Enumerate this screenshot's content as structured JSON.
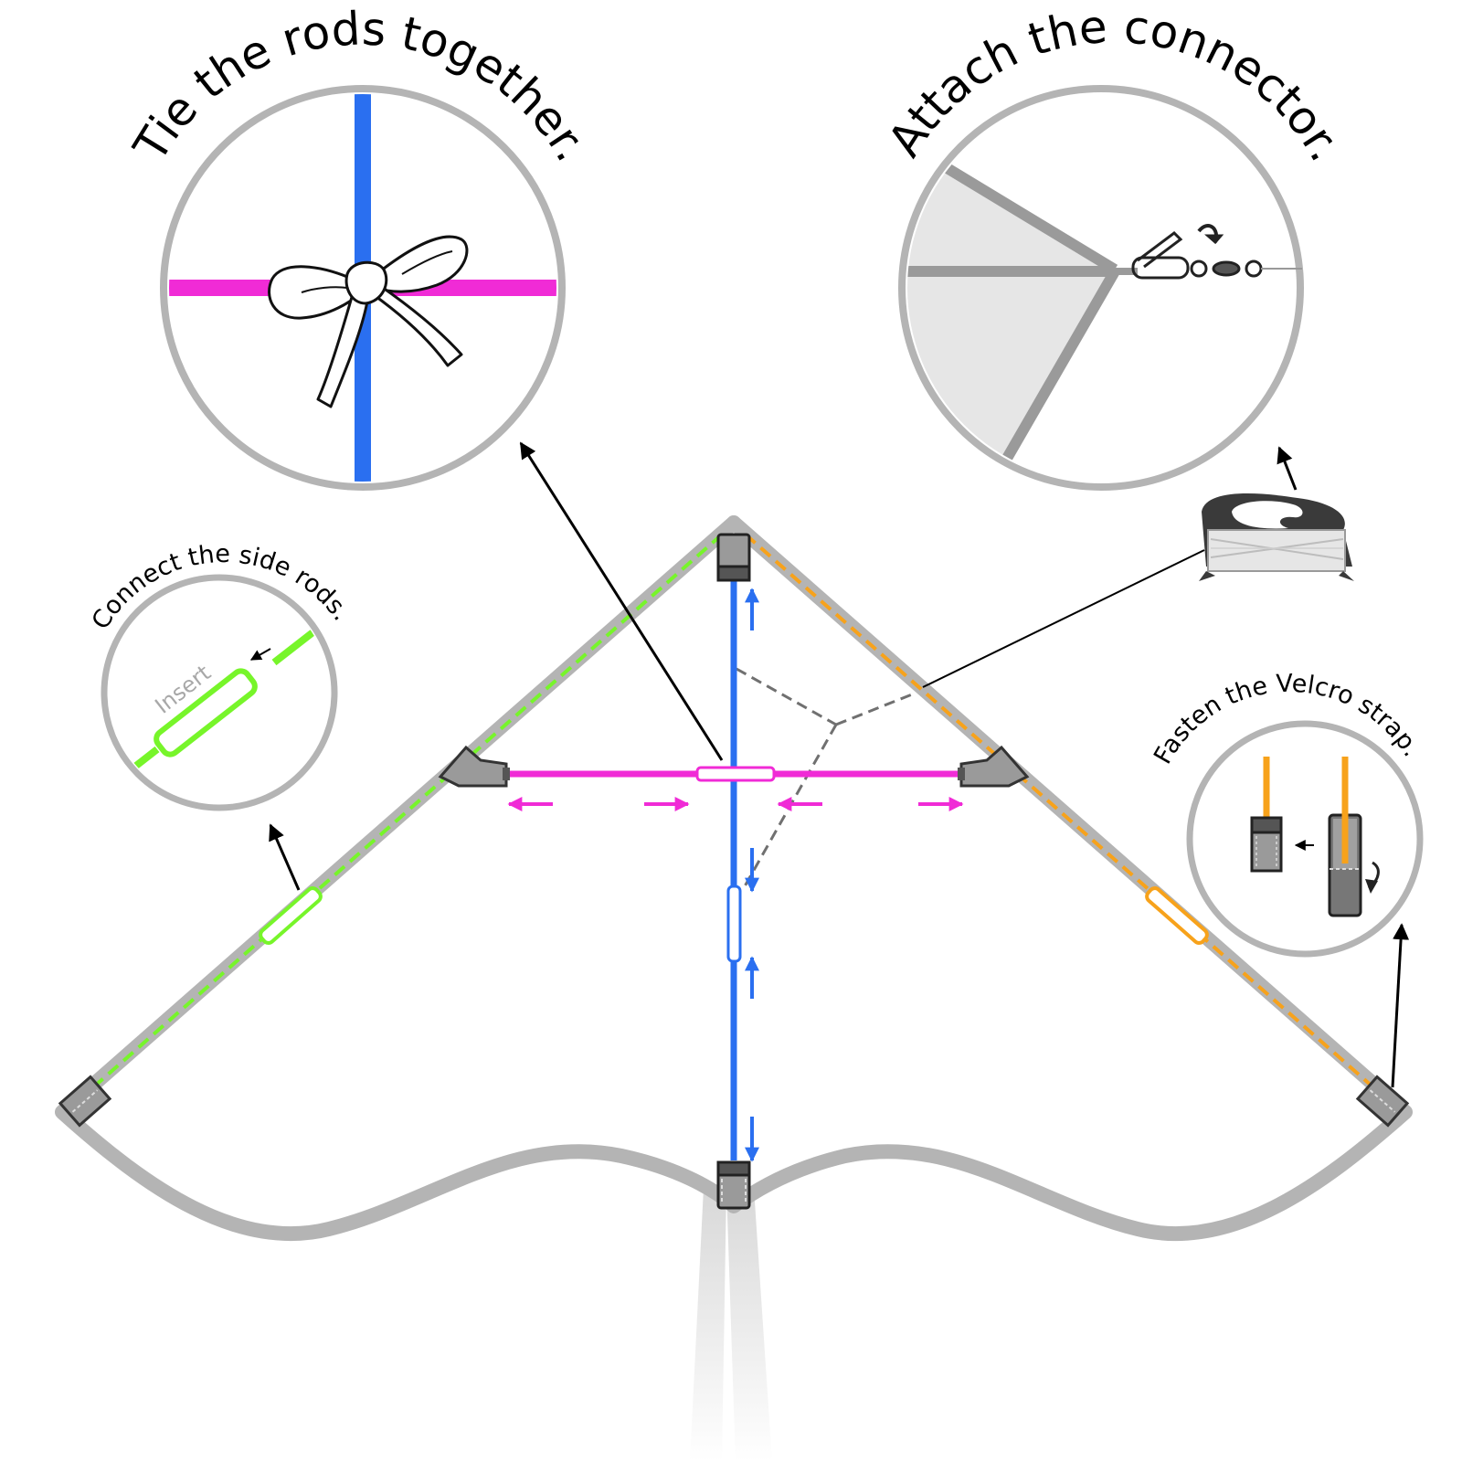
{
  "labels": {
    "tie_rods": "Tie the rods together.",
    "attach_connector": "Attach the connector.",
    "connect_side_rods": "Connect the side rods.",
    "fasten_velcro": "Fasten the Velcro strap.",
    "insert": "Insert"
  },
  "colors": {
    "spine_rod": "#2a6ff0",
    "cross_rod": "#f02bd6",
    "left_side_rod": "#77f52a",
    "right_side_rod": "#f7a21b",
    "frame": "#b4b4b4",
    "bridle": "#707070",
    "connector_sock": "#9a9a9a"
  },
  "icons": [
    "bow-knot-icon",
    "snap-swivel-icon",
    "line-winder-icon",
    "velcro-strap-icon",
    "rod-sleeve-icon"
  ]
}
